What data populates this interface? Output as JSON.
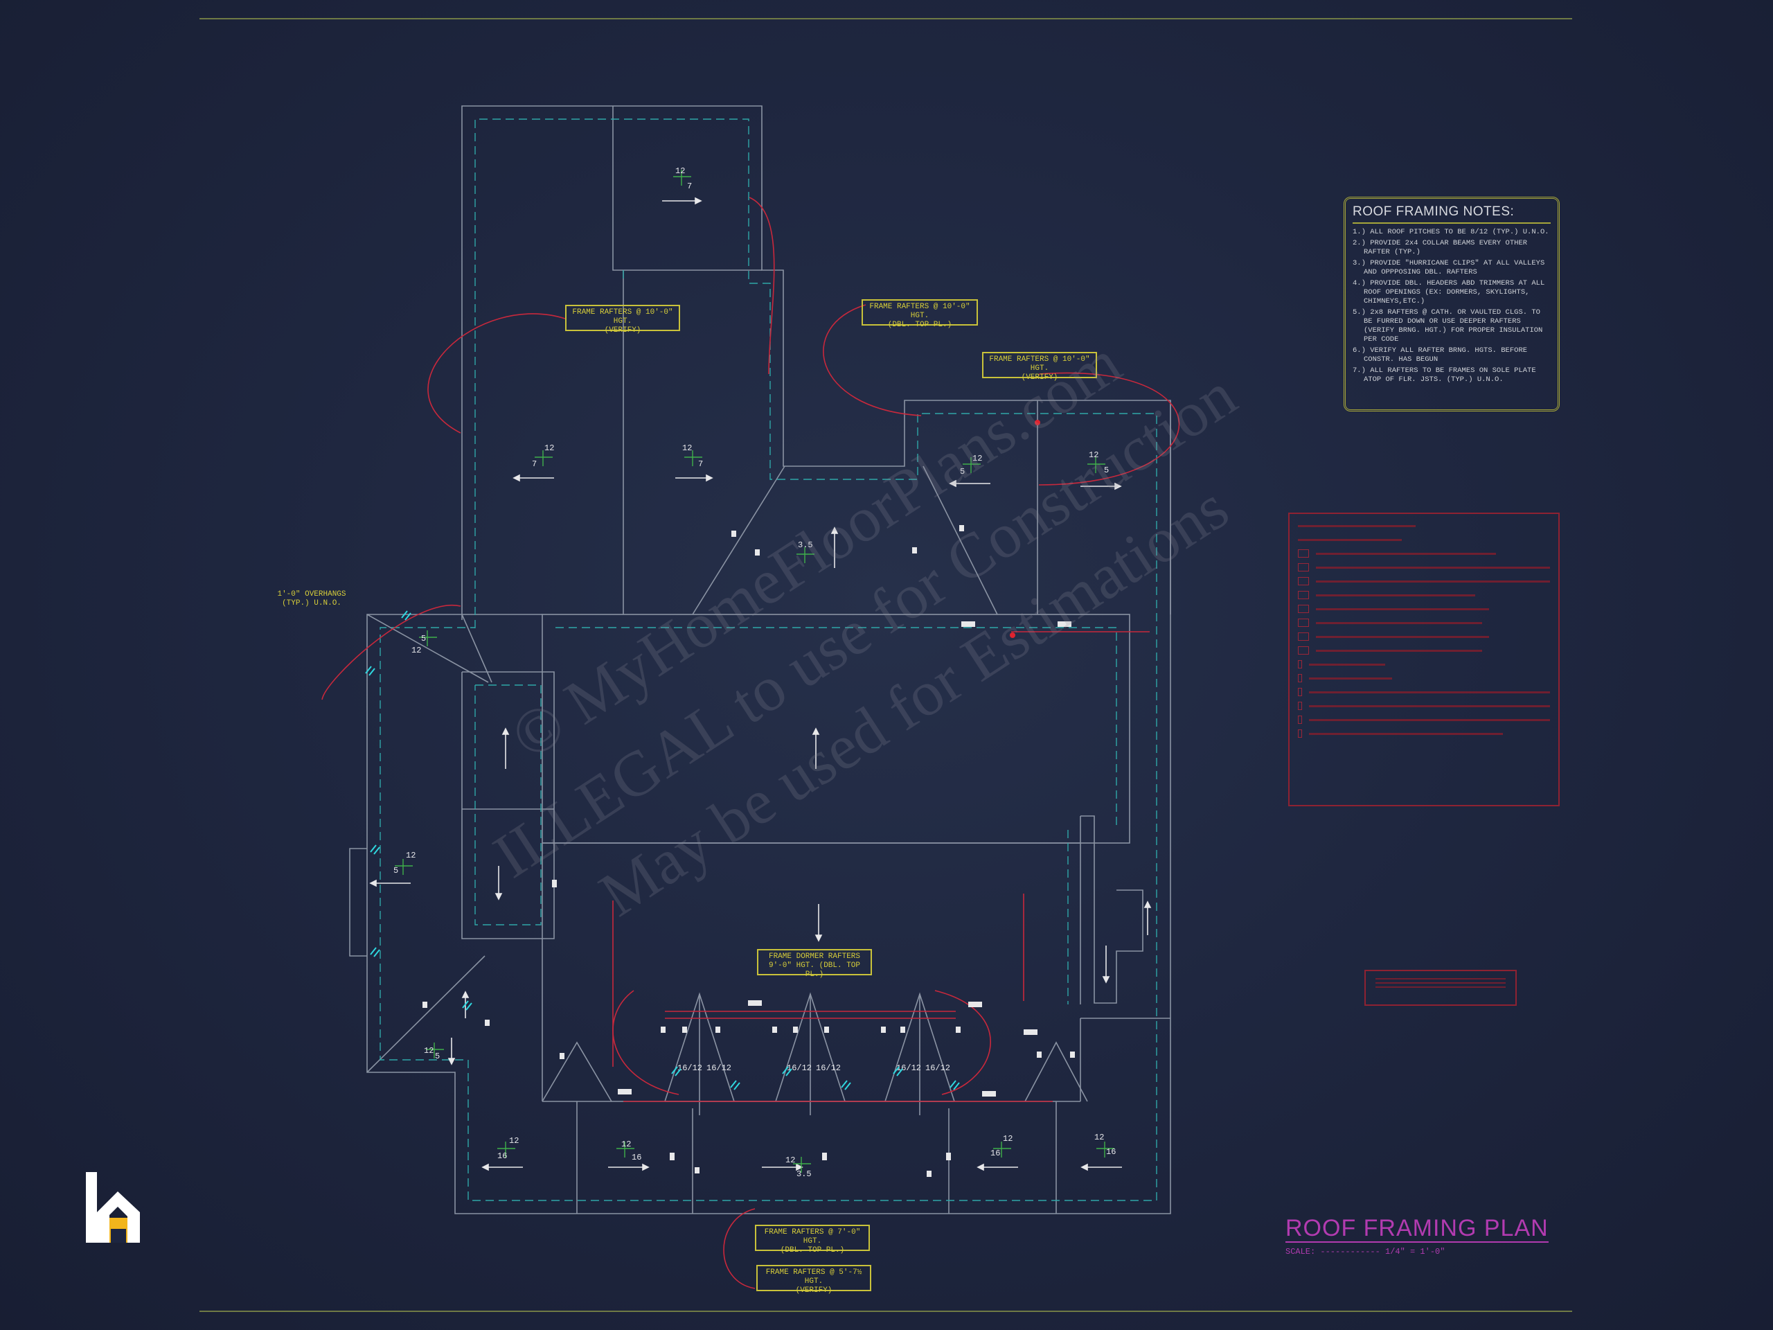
{
  "callouts": {
    "rafters_10_verify": "FRAME RAFTERS @ 10'-0\" HGT.\n(VERIFY)",
    "rafters_10_dbl_top": "FRAME RAFTERS @ 10'-0\" HGT.\n(DBL. TOP PL.)",
    "rafters_10_verify_right": "FRAME RAFTERS @ 10'-0\" HGT.\n(VERIFY)",
    "overhangs": "1'-0\" OVERHANGS\n(TYP.) U.N.O.",
    "dormer_rafters": "FRAME DORMER RAFTERS\n9'-0\" HGT. (DBL. TOP PL.)",
    "rafters_7": "FRAME RAFTERS @ 7'-0\" HGT.\n(DBL. TOP PL.)",
    "rafters_5_7": "FRAME RAFTERS @ 5'-7½ HGT.\n(VERIFY)"
  },
  "notes": {
    "title": "ROOF FRAMING NOTES:",
    "items": [
      "1.) ALL ROOF PITCHES TO BE  8/12 (TYP.) U.N.O.",
      "2.) PROVIDE 2x4 COLLAR BEAMS EVERY OTHER RAFTER (TYP.)",
      "3.) PROVIDE \"HURRICANE CLIPS\" AT ALL VALLEYS AND OPPPOSING DBL. RAFTERS",
      "4.) PROVIDE DBL. HEADERS ABD TRIMMERS AT ALL ROOF OPENINGS (EX: DORMERS, SKYLIGHTS, CHIMNEYS,ETC.)",
      "5.) 2x8 RAFTERS @ CATH. OR VAULTED CLGS. TO BE FURRED DOWN OR USE DEEPER RAFTERS (VERIFY BRNG. HGT.) FOR PROPER INSULATION PER CODE",
      "6.) VERIFY ALL RAFTER BRNG. HGTS. BEFORE CONSTR. HAS BEGUN",
      "7.) ALL RAFTERS TO BE FRAMES ON SOLE PLATE ATOP OF FLR. JSTS. (TYP.) U.N.O."
    ]
  },
  "pitch_labels": {
    "p12": "12",
    "p7": "7",
    "p5": "5",
    "p16": "16",
    "p35": "3.5",
    "p1612": "16/12"
  },
  "title": {
    "text": "ROOF FRAMING PLAN",
    "scale": "SCALE:  ------------ 1/4\" = 1'-0\""
  },
  "watermark": {
    "line1": "© MyHomeFloorPlans.com",
    "line2": "ILLEGAL to use for Construction",
    "line3": "May be used for Estimations"
  },
  "colors": {
    "background": "#1f2740",
    "wall": "#8a93a3",
    "overhang_dash": "#2fa7a8",
    "callout": "#d6cd3a",
    "red": "#c8283c",
    "title": "#b23bb0"
  }
}
